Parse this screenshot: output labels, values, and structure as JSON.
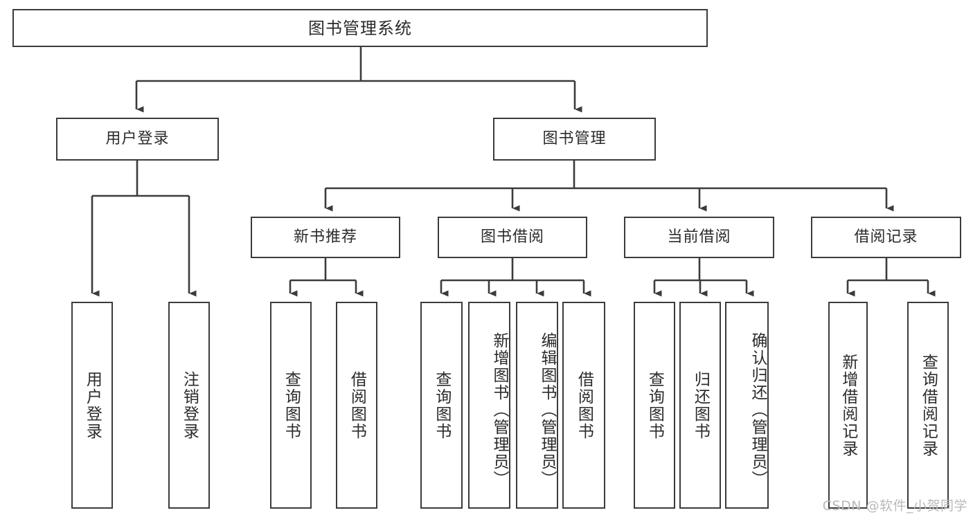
{
  "diagram": {
    "title": "图书管理系统",
    "type": "tree-hierarchy-chart",
    "root": {
      "id": "root",
      "label": "图书管理系统"
    },
    "level2": [
      {
        "id": "n-user-login",
        "label": "用户登录"
      },
      {
        "id": "n-book-manage",
        "label": "图书管理"
      }
    ],
    "level3": [
      {
        "id": "n-new-book-rec",
        "label": "新书推荐"
      },
      {
        "id": "n-book-borrow",
        "label": "图书借阅"
      },
      {
        "id": "n-current-borrow",
        "label": "当前借阅"
      },
      {
        "id": "n-borrow-record",
        "label": "借阅记录"
      }
    ],
    "leaves": [
      {
        "id": "leaf-user-login",
        "label": "用户登录",
        "parent": "n-user-login"
      },
      {
        "id": "leaf-logout",
        "label": "注销登录",
        "parent": "n-user-login"
      },
      {
        "id": "leaf-query-book-1",
        "label": "查询图书",
        "parent": "n-new-book-rec"
      },
      {
        "id": "leaf-borrow-book-1",
        "label": "借阅图书",
        "parent": "n-new-book-rec"
      },
      {
        "id": "leaf-query-book-2",
        "label": "查询图书",
        "parent": "n-book-borrow"
      },
      {
        "id": "leaf-add-book",
        "label": "新增图书（管理员）",
        "parent": "n-book-borrow"
      },
      {
        "id": "leaf-edit-book",
        "label": "编辑图书（管理员）",
        "parent": "n-book-borrow"
      },
      {
        "id": "leaf-borrow-book-2",
        "label": "借阅图书",
        "parent": "n-book-borrow"
      },
      {
        "id": "leaf-query-book-3",
        "label": "查询图书",
        "parent": "n-current-borrow"
      },
      {
        "id": "leaf-return-book",
        "label": "归还图书",
        "parent": "n-current-borrow"
      },
      {
        "id": "leaf-confirm-return",
        "label": "确认归还（管理员）",
        "parent": "n-current-borrow"
      },
      {
        "id": "leaf-add-record",
        "label": "新增借阅记录",
        "parent": "n-borrow-record"
      },
      {
        "id": "leaf-query-record",
        "label": "查询借阅记录",
        "parent": "n-borrow-record"
      }
    ],
    "colors": {
      "stroke": "#3b3b3b",
      "fill": "#ffffff",
      "text": "#2b2b2b",
      "watermark": "#b9b9b9"
    }
  },
  "watermark": {
    "text": "CSDN @软件_小贺同学"
  }
}
